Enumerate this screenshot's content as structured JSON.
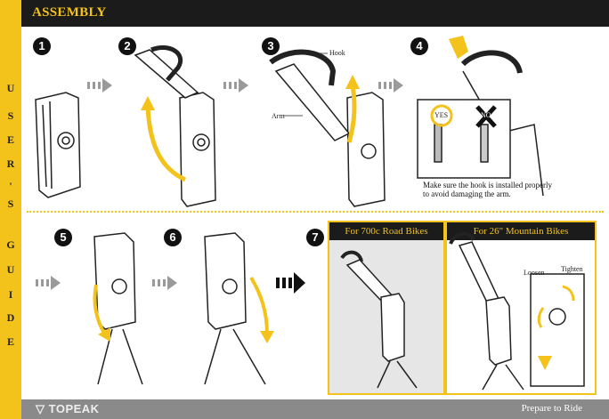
{
  "header": {
    "title": "ASSEMBLY"
  },
  "sidebar": {
    "letters": [
      "U",
      "S",
      "E",
      "R",
      "'",
      "S",
      "G",
      "U",
      "I",
      "D",
      "E"
    ]
  },
  "steps": [
    "1",
    "2",
    "3",
    "4",
    "5",
    "6",
    "7"
  ],
  "labels": {
    "hook": "Hook",
    "arm": "Arm",
    "yes": "YES",
    "no": "NO",
    "loosen": "Loosen",
    "tighten": "Tighten"
  },
  "note": "Make sure the hook is installed properly to avoid damaging the arm.",
  "panels": {
    "road": "For 700c Road Bikes",
    "mountain": "For 26\" Mountain Bikes"
  },
  "footer": {
    "brand": "TOPEAK",
    "tagline": "Prepare to Ride"
  },
  "colors": {
    "accent": "#f3c21b",
    "dark": "#1b1b1b",
    "arrow": "#9a9a9a"
  }
}
